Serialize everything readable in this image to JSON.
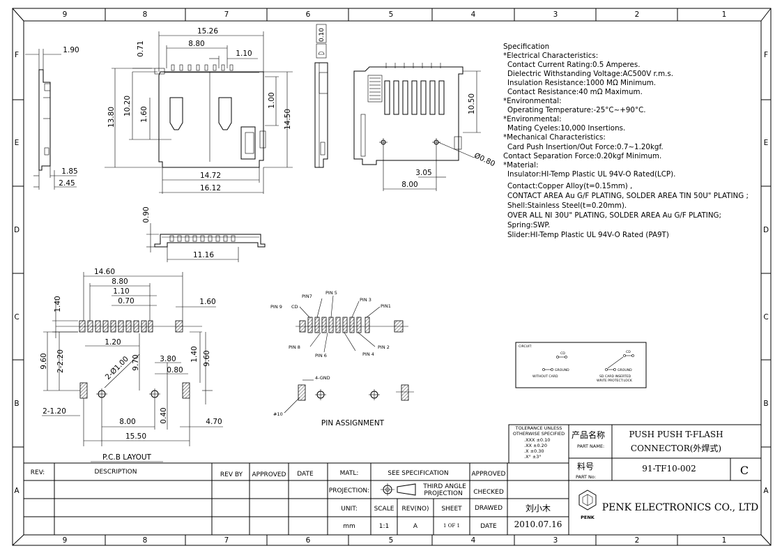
{
  "border": {
    "zones_top": [
      "9",
      "8",
      "7",
      "6",
      "5",
      "4",
      "3",
      "2",
      "1"
    ],
    "zones_side": [
      "F",
      "E",
      "D",
      "C",
      "B",
      "A"
    ]
  },
  "dims": {
    "side_190": "1.90",
    "side_185": "1.85",
    "side_245": "2.45",
    "top_1526": "15.26",
    "top_880": "8.80",
    "top_110": "1.10",
    "top_071": "0.71",
    "top_1380": "13.80",
    "top_1020": "10.20",
    "top_160": "1.60",
    "top_100": "1.00",
    "top_1450": "14.50",
    "top_1472": "14.72",
    "top_1612": "16.12",
    "end_010": "0.10",
    "rear_1050": "10.50",
    "rear_080": "Ø0.80",
    "rear_305": "3.05",
    "rear_800": "8.00",
    "front_090": "0.90",
    "front_1116": "11.16",
    "pcb_1460": "14.60",
    "pcb_880": "8.80",
    "pcb_110": "1.10",
    "pcb_070": "0.70",
    "pcb_140a": "1.40",
    "pcb_160": "1.60",
    "pcb_120": "1.20",
    "pcb_960a": "9.60",
    "pcb_220": "2-2.20",
    "pcb_100": "2-Ø1.00",
    "pcb_970": "9.70",
    "pcb_380": "3.80",
    "pcb_080": "0.80",
    "pcb_140b": "1.40",
    "pcb_960b": "9.60",
    "pcb_2120": "2-1.20",
    "pcb_800": "8.00",
    "pcb_040": "0.40",
    "pcb_470": "4.70",
    "pcb_1550": "15.50"
  },
  "labels": {
    "pcb_layout": "P.C.B LAYOUT",
    "pin_assignment": "PIN ASSIGNMENT",
    "pin9": "PIN 9",
    "cd": "CD",
    "pin7": "PIN7",
    "pin5": "PIN 5",
    "pin3": "PIN 3",
    "pin1": "PIN1",
    "pin8": "PIN 8",
    "pin6": "PIN 6",
    "pin4": "PIN 4",
    "pin2": "PIN 2",
    "gnd": "4-GND",
    "hash10": "#10"
  },
  "spec": [
    "Specification",
    "*Electrical Characteristics:",
    "  Contact Current Rating:0.5 Amperes.",
    "  Dielectric Withstanding Voltage:AC500V r.m.s.",
    "  Insulation Resistance:1000 MΩ Minimum.",
    "  Contact Resistance:40 mΩ Maximum.",
    "*Environmental:",
    "  Operating Temperature:-25°C~+90°C.",
    "*Environmental:",
    "  Mating Cyeles:10,000 Insertions.",
    "*Mechanical Characteristics:",
    "  Card Push Insertion/Out Force:0.7~1.20kgf.",
    "Contact Separation Force:0.20kgf Minimum.",
    "*Material:",
    "  Insulator:HI-Temp Plastic UL 94V-O Rated(LCP).",
    "  Contact:Copper Alloy(t=0.15mm) ,",
    "  CONTACT AREA Au G/F PLATING, SOLDER AREA   TIN 50U\" PLATING ;",
    "  Shell:Stainless Steel(t=0.20mm).",
    "  OVER ALL NI 30U\" PLATING, SOLDER AREA Au G/F PLATING;",
    "  Spring:SWP.",
    "  Slider:HI-Temp Plastic UL 94V-O Rated (PA9T)"
  ],
  "circuit": {
    "title": "CIRCUIT:",
    "cd1": "CD",
    "ground1": "GROUND",
    "without_card": "WITHOUT CARD",
    "cd2": "CD",
    "ground2": "GROUND",
    "inserted_1": "SD CARD INSERTED",
    "inserted_2": "WRITE PROTECT:LOCK"
  },
  "tolerance": {
    "title_1": "TOLERANCE UNLESS",
    "title_2": "OTHERWISE SPECIFIED",
    "xxx": ".XXX  ±0.10",
    "xx": ".XX   ±0.20",
    "x": ".X    ±0.30",
    "xdeg": ".X°    ±3°"
  },
  "title_block": {
    "product_name_cn": "产品名称",
    "product_name_label": "PART NAME:",
    "product_name_1": "PUSH PUSH T-FLASH",
    "product_name_2": "CONNECTOR(外焊式)",
    "part_no_cn": "料号",
    "part_no_label": "PART No:",
    "part_no": "91-TF10-002",
    "revision": "C",
    "company": "PENK ELECTRONICS CO., LTD",
    "logo_text": "PENK"
  },
  "rev_table": {
    "rev": "REV:",
    "description": "DESCRIPTION",
    "rev_by": "REV BY",
    "approved": "APPROVED",
    "date": "DATE"
  },
  "info_table": {
    "matl": "MATL:",
    "see_spec": "SEE SPECIFICATION",
    "approved": "APPROVED",
    "projection": "PROJECTION:",
    "third_angle_1": "THIRD ANGLE",
    "third_angle_2": "PROJECTION",
    "checked": "CHECKED",
    "unit": "UNIT:",
    "scale": "SCALE",
    "rev_no": "REV(NO)",
    "sheet": "SHEET",
    "drawed": "DRAWED",
    "drawer": "刘小木",
    "unit_val": "mm",
    "scale_val": "1:1",
    "rev_val": "A",
    "sheet_val": "1 OF 1",
    "date_label": "DATE",
    "date_val": "2010.07.16"
  }
}
